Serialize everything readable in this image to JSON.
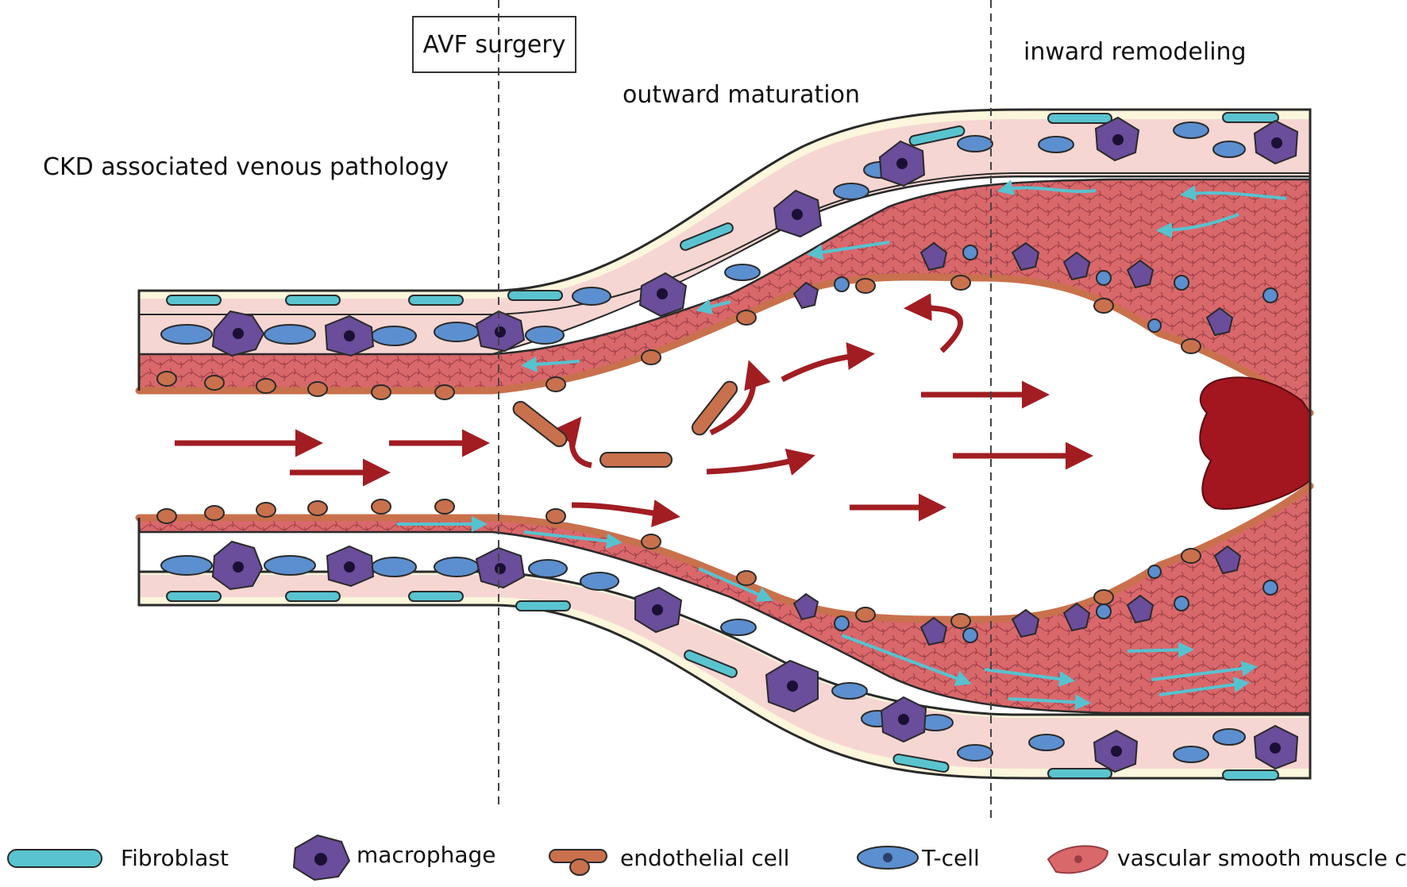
{
  "stages": {
    "avf_surgery": "AVF surgery",
    "ckd": "CKD associated venous pathology",
    "outward": "outward maturation",
    "inward": "inward remodeling"
  },
  "legend": [
    {
      "label": "Fibroblast",
      "icon": "fibroblast-icon"
    },
    {
      "label": "macrophage",
      "icon": "macrophage-icon"
    },
    {
      "label": "endothelial cell",
      "icon": "endothelial-cell-icon"
    },
    {
      "label": "T-cell",
      "icon": "t-cell-icon"
    },
    {
      "label": "vascular smooth muscle cell",
      "icon": "vsmc-icon"
    }
  ],
  "colors": {
    "adventitia": "#fbf6dc",
    "media_light": "#f6d6d2",
    "neointima": "#d9686b",
    "neointima_line": "#9a3c44",
    "endothelial": "#c9714d",
    "fibroblast": "#59c4cf",
    "macrophage": "#6a4d9b",
    "tcell": "#5c8fcf",
    "flow_arrow": "#a11d22",
    "migration_arrow": "#57c2cf",
    "thrombus": "#a3151f"
  }
}
